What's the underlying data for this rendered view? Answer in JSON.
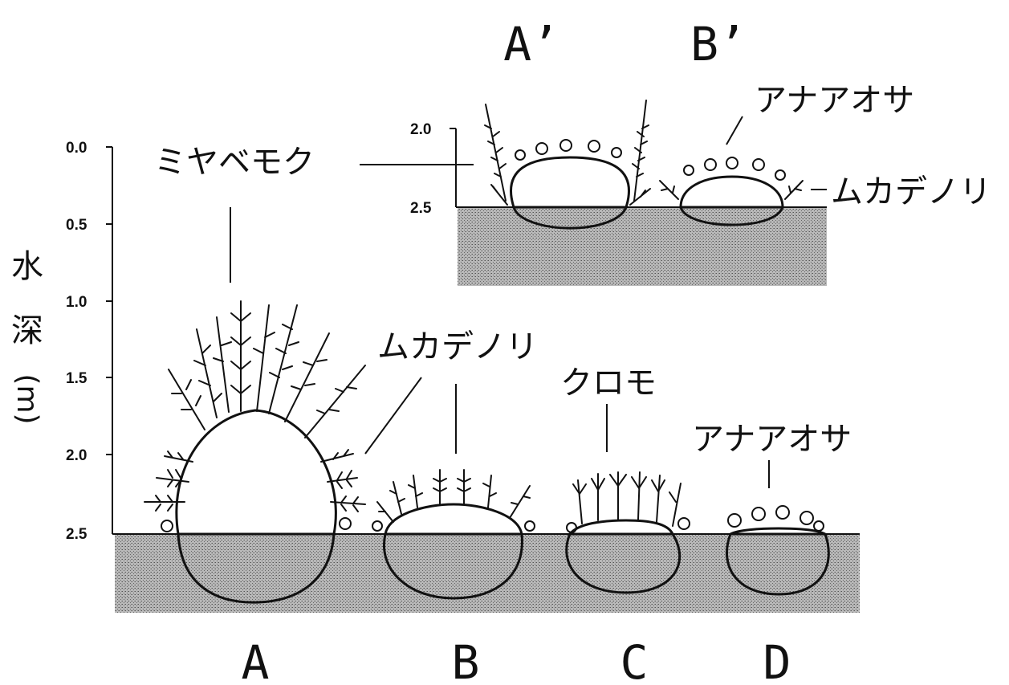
{
  "axis": {
    "title_chars": [
      "水",
      "深"
    ],
    "unit": "m",
    "ticks": [
      "0.0",
      "0.5",
      "1.0",
      "1.5",
      "2.0",
      "2.5"
    ]
  },
  "inset_axis": {
    "ticks": [
      "2.0",
      "2.5"
    ]
  },
  "profiles": {
    "A": {
      "label": "A",
      "species": "ミヤベモク"
    },
    "B": {
      "label": "B",
      "species": "ムカデノリ"
    },
    "C": {
      "label": "C",
      "species": "クロモ"
    },
    "D": {
      "label": "D",
      "species": "アナアオサ"
    },
    "A_prime": {
      "label": "A’"
    },
    "B_prime": {
      "label": "B’",
      "species_top": "アナアオサ",
      "species_side": "ムカデノリ"
    }
  },
  "colors": {
    "ink": "#111111",
    "sediment": "#a9a9a9",
    "paper": "#ffffff"
  }
}
